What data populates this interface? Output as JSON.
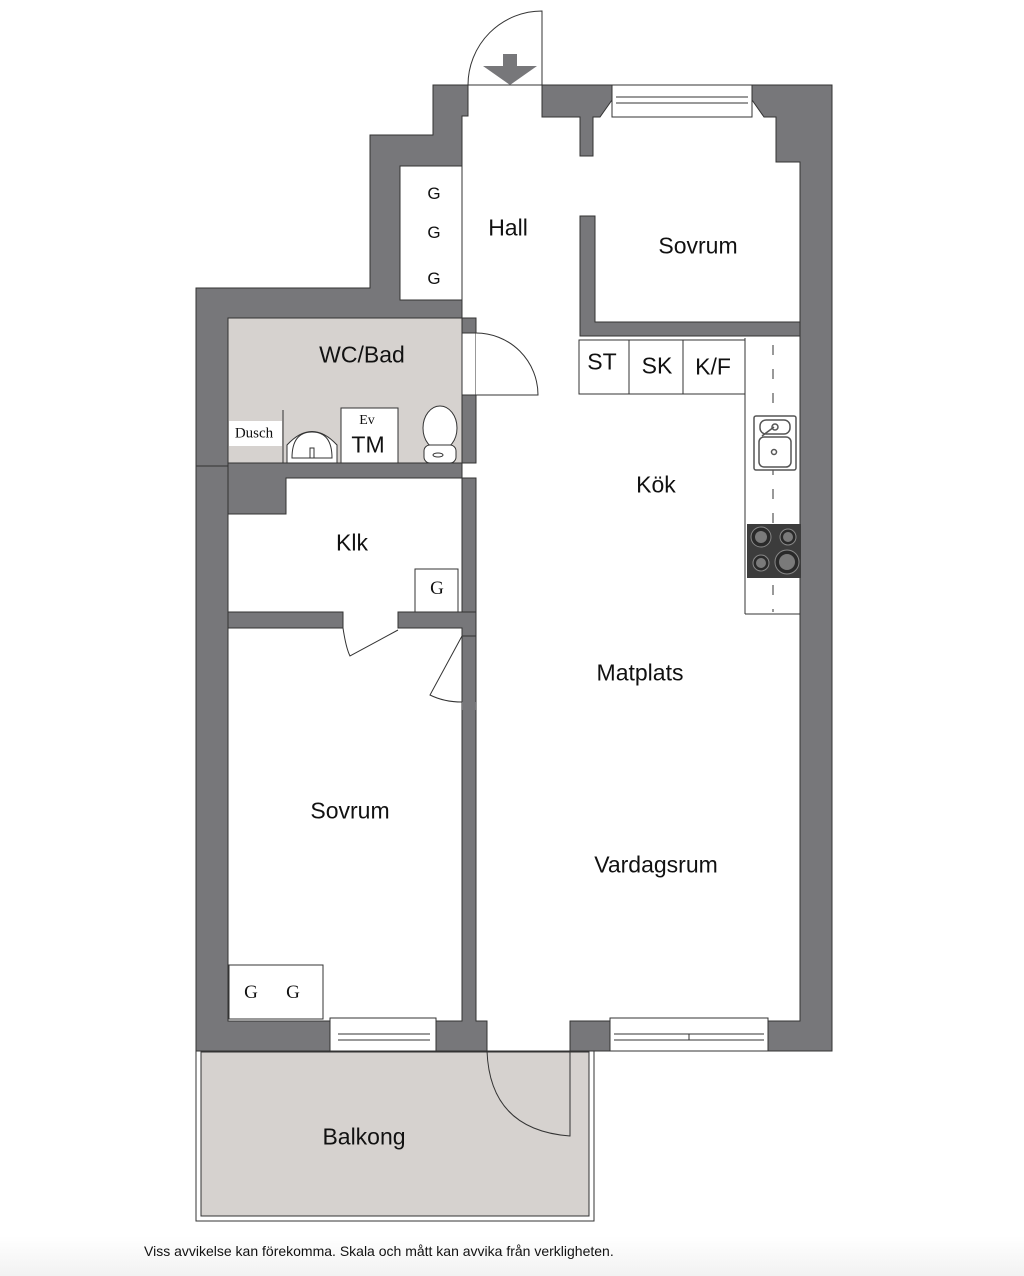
{
  "floor_plan": {
    "colors": {
      "wall": "#77777a",
      "wet_room_fill": "#d6d2cf",
      "balcony_fill": "#d6d2cf",
      "floor": "#ffffff",
      "line": "#222222",
      "stove": "#3c3c3c"
    },
    "rooms": {
      "hall": "Hall",
      "sovrum_top": "Sovrum",
      "wc_bad": "WC/Bad",
      "kok": "Kök",
      "klk": "Klk",
      "matplats": "Matplats",
      "sovrum_bottom": "Sovrum",
      "vardagsrum": "Vardagsrum",
      "balkong": "Balkong"
    },
    "fixtures": {
      "hall_wardrobes": [
        "G",
        "G",
        "G"
      ],
      "klk_wardrobe": "G",
      "sovrum_wardrobes": [
        "G",
        "G"
      ],
      "dusch": "Dusch",
      "ev_label": "Ev",
      "tm_label": "TM",
      "kitchen_appliances": [
        "ST",
        "SK",
        "K/F"
      ]
    },
    "icons": {
      "entrance": "entrance-arrow-icon",
      "sink": "kitchen-sink-icon",
      "stove": "stove-icon",
      "washbasin": "washbasin-icon",
      "toilet": "toilet-icon"
    }
  },
  "footer": {
    "disclaimer": "Viss avvikelse kan förekomma. Skala och mått kan avvika från verkligheten."
  }
}
